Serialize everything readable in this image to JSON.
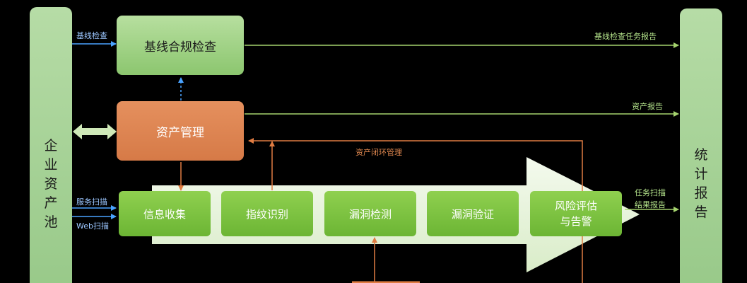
{
  "left_pillar": {
    "chars": [
      "企",
      "业",
      "资",
      "产",
      "池"
    ]
  },
  "right_pillar": {
    "chars": [
      "统",
      "计",
      "报",
      "告"
    ]
  },
  "boxes": {
    "baseline_check": "基线合规检查",
    "asset_mgmt": "资产管理"
  },
  "steps": [
    {
      "label": "信息收集"
    },
    {
      "label": "指纹识别"
    },
    {
      "label": "漏洞检测"
    },
    {
      "label": "漏洞验证"
    },
    {
      "label_line1": "风险评估",
      "label_line2": "与告警"
    }
  ],
  "labels": {
    "baseline_input": "基线检查",
    "service_scan": "服务扫描",
    "web_scan": "Web扫描",
    "baseline_report": "基线检查任务报告",
    "asset_report": "资产报告",
    "task_report_line1": "任务扫描",
    "task_report_line2": "结果报告",
    "asset_loop": "资产闭环管理"
  },
  "colors": {
    "pillar": "#a8d498",
    "green_box": "#9fd184",
    "orange_box": "#de8552",
    "step_box": "#7cc241",
    "arrow_band": "#e8f4dc",
    "blue_line": "#4aa3ff",
    "green_line": "#a5d36e",
    "orange_line": "#e07c42"
  }
}
